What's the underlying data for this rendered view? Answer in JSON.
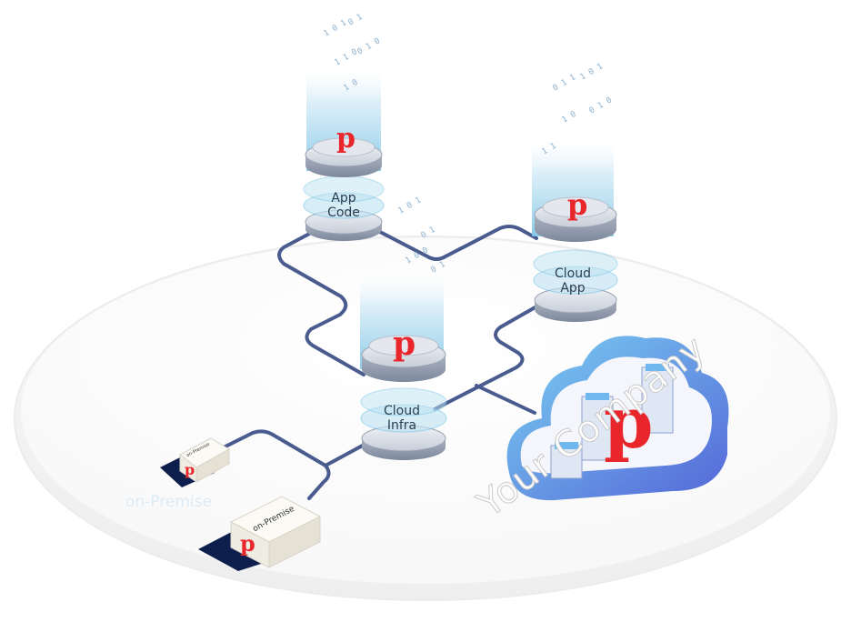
{
  "nodes": {
    "app_code": {
      "line1": "App",
      "line2": "Code"
    },
    "cloud_app": {
      "line1": "Cloud",
      "line2": "App"
    },
    "cloud_infra": {
      "line1": "Cloud",
      "line2": "Infra"
    }
  },
  "on_premise": {
    "caption": "on-Premise",
    "small_box_label": "on-Premise",
    "large_box_label": "on-Premise"
  },
  "company_label": "Your Company",
  "logo_glyph": "p",
  "binary_glyphs": [
    "0",
    "1"
  ],
  "colors": {
    "logo_red": "#e8262b",
    "link_blue": "#4a5c8f",
    "glow_blue": "#a9d8ee",
    "disk_grey": "#c5cbd6",
    "cloud_blue": "#5c8fe0",
    "box_dark": "#0e1f4d"
  }
}
